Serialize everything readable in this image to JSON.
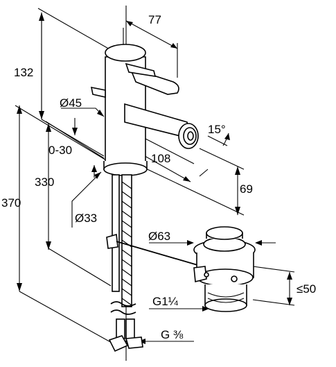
{
  "dimensions": {
    "d77": "77",
    "d132": "132",
    "d45": "Ø45",
    "d15deg": "15°",
    "d0_30": "0-30",
    "d108": "108",
    "d330": "330",
    "d370": "370",
    "d69": "69",
    "d33": "Ø33",
    "d63": "Ø63",
    "d50": "≤50",
    "g114": "G1¼",
    "g38": "G ⅜"
  }
}
